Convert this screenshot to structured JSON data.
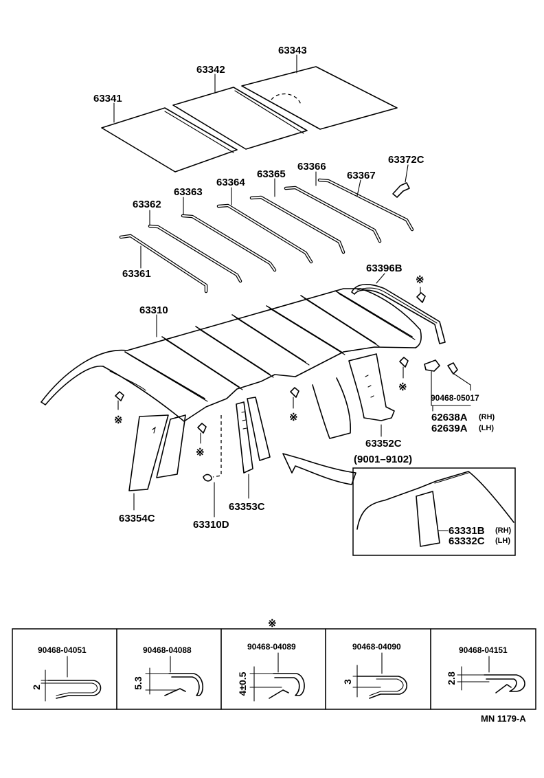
{
  "parts": {
    "p63341": "63341",
    "p63342": "63342",
    "p63343": "63343",
    "p63361": "63361",
    "p63362": "63362",
    "p63363": "63363",
    "p63364": "63364",
    "p63365": "63365",
    "p63366": "63366",
    "p63367": "63367",
    "p63372C": "63372C",
    "p63396B": "63396B",
    "p63310": "63310",
    "p90468_05017": "90468-05017",
    "p62638A": "62638A",
    "p62639A": "62639A",
    "p63352C": "63352C",
    "p63353C": "63353C",
    "p63354C": "63354C",
    "p63310D": "63310D",
    "p63331B": "63331B",
    "p63332C": "63332C"
  },
  "side": {
    "rh": "(RH)",
    "lh": "(LH)"
  },
  "inset_period": "(9001–9102)",
  "clip_symbol": "※",
  "clips": [
    {
      "part": "90468-04051",
      "dim": "2"
    },
    {
      "part": "90468-04088",
      "dim": "5.3"
    },
    {
      "part": "90468-04089",
      "dim": "4±0.5"
    },
    {
      "part": "90468-04090",
      "dim": "3"
    },
    {
      "part": "90468-04151",
      "dim": "2.8"
    }
  ],
  "diagram_ref": "MN 1179-A"
}
